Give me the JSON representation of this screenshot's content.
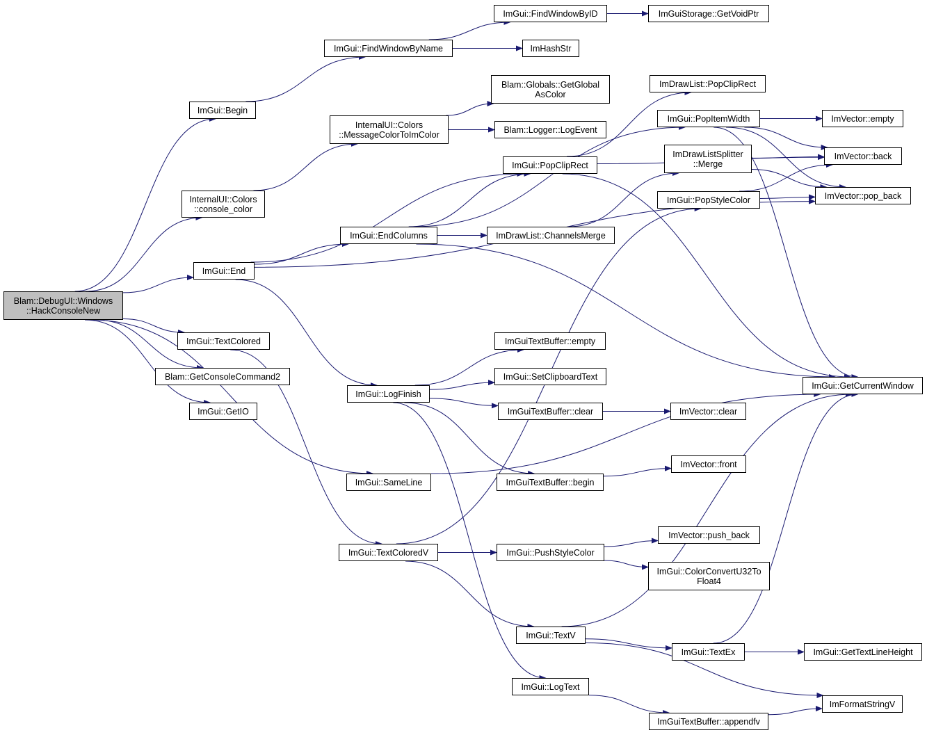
{
  "colors": {
    "edge": "#191970",
    "node_border": "#000000",
    "node_fill": "#ffffff",
    "root_fill": "#bfbfbf"
  },
  "nodes": [
    {
      "id": "root",
      "lines": [
        "Blam::DebugUI::Windows",
        "::HackConsoleNew"
      ],
      "root": true
    },
    {
      "id": "begin",
      "lines": [
        "ImGui::Begin"
      ]
    },
    {
      "id": "console_color",
      "lines": [
        "InternalUI::Colors",
        "::console_color"
      ]
    },
    {
      "id": "end",
      "lines": [
        "ImGui::End"
      ]
    },
    {
      "id": "textcolored",
      "lines": [
        "ImGui::TextColored"
      ]
    },
    {
      "id": "getconsolecmd",
      "lines": [
        "Blam::GetConsoleCommand2"
      ]
    },
    {
      "id": "getio",
      "lines": [
        "ImGui::GetIO"
      ]
    },
    {
      "id": "findwinbyname",
      "lines": [
        "ImGui::FindWindowByName"
      ]
    },
    {
      "id": "msgcolor",
      "lines": [
        "InternalUI::Colors",
        "::MessageColorToImColor"
      ]
    },
    {
      "id": "endcolumns",
      "lines": [
        "ImGui::EndColumns"
      ]
    },
    {
      "id": "logfinish",
      "lines": [
        "ImGui::LogFinish"
      ]
    },
    {
      "id": "sameline",
      "lines": [
        "ImGui::SameLine"
      ]
    },
    {
      "id": "textcoloredv",
      "lines": [
        "ImGui::TextColoredV"
      ]
    },
    {
      "id": "findwinbyid",
      "lines": [
        "ImGui::FindWindowByID"
      ]
    },
    {
      "id": "imhashstr",
      "lines": [
        "ImHashStr"
      ]
    },
    {
      "id": "getglobalcolor",
      "lines": [
        "Blam::Globals::GetGlobal",
        "AsColor"
      ]
    },
    {
      "id": "logevent",
      "lines": [
        "Blam::Logger::LogEvent"
      ]
    },
    {
      "id": "popcliprect",
      "lines": [
        "ImGui::PopClipRect"
      ]
    },
    {
      "id": "channelsmerge",
      "lines": [
        "ImDrawList::ChannelsMerge"
      ]
    },
    {
      "id": "tb_empty",
      "lines": [
        "ImGuiTextBuffer::empty"
      ]
    },
    {
      "id": "setclipboard",
      "lines": [
        "ImGui::SetClipboardText"
      ]
    },
    {
      "id": "tb_clear",
      "lines": [
        "ImGuiTextBuffer::clear"
      ]
    },
    {
      "id": "tb_begin",
      "lines": [
        "ImGuiTextBuffer::begin"
      ]
    },
    {
      "id": "pushstylecolor",
      "lines": [
        "ImGui::PushStyleColor"
      ]
    },
    {
      "id": "textv",
      "lines": [
        "ImGui::TextV"
      ]
    },
    {
      "id": "logtext",
      "lines": [
        "ImGui::LogText"
      ]
    },
    {
      "id": "storage_getvoidptr",
      "lines": [
        "ImGuiStorage::GetVoidPtr"
      ]
    },
    {
      "id": "dl_popcliprect",
      "lines": [
        "ImDrawList::PopClipRect"
      ]
    },
    {
      "id": "popitemwidth",
      "lines": [
        "ImGui::PopItemWidth"
      ]
    },
    {
      "id": "splitter_merge",
      "lines": [
        "ImDrawListSplitter",
        "::Merge"
      ]
    },
    {
      "id": "popstylecolor",
      "lines": [
        "ImGui::PopStyleColor"
      ]
    },
    {
      "id": "vec_clear",
      "lines": [
        "ImVector::clear"
      ]
    },
    {
      "id": "vec_front",
      "lines": [
        "ImVector::front"
      ]
    },
    {
      "id": "vec_pushback",
      "lines": [
        "ImVector::push_back"
      ]
    },
    {
      "id": "colorconvert",
      "lines": [
        "ImGui::ColorConvertU32To",
        "Float4"
      ]
    },
    {
      "id": "textex",
      "lines": [
        "ImGui::TextEx"
      ]
    },
    {
      "id": "tb_appendfv",
      "lines": [
        "ImGuiTextBuffer::appendfv"
      ]
    },
    {
      "id": "vec_empty",
      "lines": [
        "ImVector::empty"
      ]
    },
    {
      "id": "vec_back",
      "lines": [
        "ImVector::back"
      ]
    },
    {
      "id": "vec_popback",
      "lines": [
        "ImVector::pop_back"
      ]
    },
    {
      "id": "getcurrentwindow",
      "lines": [
        "ImGui::GetCurrentWindow"
      ]
    },
    {
      "id": "gettextlineheight",
      "lines": [
        "ImGui::GetTextLineHeight"
      ]
    },
    {
      "id": "formatstringv",
      "lines": [
        "ImFormatStringV"
      ]
    }
  ],
  "edges": [
    [
      "root",
      "begin"
    ],
    [
      "root",
      "console_color"
    ],
    [
      "root",
      "end"
    ],
    [
      "root",
      "textcolored"
    ],
    [
      "root",
      "getconsolecmd"
    ],
    [
      "root",
      "getio"
    ],
    [
      "root",
      "sameline"
    ],
    [
      "begin",
      "findwinbyname"
    ],
    [
      "findwinbyname",
      "findwinbyid"
    ],
    [
      "findwinbyname",
      "imhashstr"
    ],
    [
      "findwinbyid",
      "storage_getvoidptr"
    ],
    [
      "console_color",
      "msgcolor"
    ],
    [
      "msgcolor",
      "getglobalcolor"
    ],
    [
      "msgcolor",
      "logevent"
    ],
    [
      "end",
      "popcliprect"
    ],
    [
      "end",
      "endcolumns"
    ],
    [
      "end",
      "logfinish"
    ],
    [
      "end",
      "vec_popback"
    ],
    [
      "endcolumns",
      "popcliprect"
    ],
    [
      "endcolumns",
      "popitemwidth"
    ],
    [
      "endcolumns",
      "channelsmerge"
    ],
    [
      "endcolumns",
      "getcurrentwindow"
    ],
    [
      "popcliprect",
      "dl_popcliprect"
    ],
    [
      "popcliprect",
      "vec_back"
    ],
    [
      "popcliprect",
      "getcurrentwindow"
    ],
    [
      "channelsmerge",
      "splitter_merge"
    ],
    [
      "popitemwidth",
      "vec_empty"
    ],
    [
      "popitemwidth",
      "vec_back"
    ],
    [
      "popitemwidth",
      "vec_popback"
    ],
    [
      "popitemwidth",
      "getcurrentwindow"
    ],
    [
      "splitter_merge",
      "vec_back"
    ],
    [
      "splitter_merge",
      "vec_popback"
    ],
    [
      "popstylecolor",
      "vec_back"
    ],
    [
      "popstylecolor",
      "vec_popback"
    ],
    [
      "logfinish",
      "tb_empty"
    ],
    [
      "logfinish",
      "setclipboard"
    ],
    [
      "logfinish",
      "tb_clear"
    ],
    [
      "logfinish",
      "tb_begin"
    ],
    [
      "logfinish",
      "logtext"
    ],
    [
      "tb_clear",
      "vec_clear"
    ],
    [
      "tb_begin",
      "vec_front"
    ],
    [
      "sameline",
      "getcurrentwindow"
    ],
    [
      "textcolored",
      "textcoloredv"
    ],
    [
      "textcoloredv",
      "pushstylecolor"
    ],
    [
      "textcoloredv",
      "textv"
    ],
    [
      "textcoloredv",
      "popstylecolor"
    ],
    [
      "pushstylecolor",
      "vec_pushback"
    ],
    [
      "pushstylecolor",
      "colorconvert"
    ],
    [
      "textv",
      "getcurrentwindow"
    ],
    [
      "textv",
      "textex"
    ],
    [
      "textv",
      "formatstringv"
    ],
    [
      "textex",
      "getcurrentwindow"
    ],
    [
      "textex",
      "gettextlineheight"
    ],
    [
      "logtext",
      "tb_appendfv"
    ],
    [
      "tb_appendfv",
      "formatstringv"
    ]
  ]
}
